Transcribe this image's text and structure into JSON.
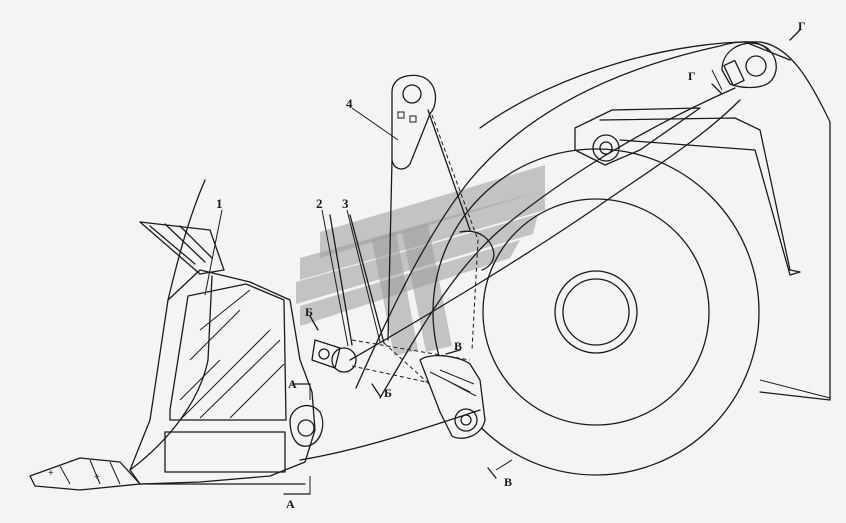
{
  "callouts": [
    {
      "id": "1",
      "label": "1"
    },
    {
      "id": "2",
      "label": "2"
    },
    {
      "id": "3",
      "label": "3"
    },
    {
      "id": "4",
      "label": "4"
    }
  ],
  "sections": [
    {
      "id": "A-top",
      "label": "А"
    },
    {
      "id": "A-bottom",
      "label": "А"
    },
    {
      "id": "B-top",
      "label": "Б"
    },
    {
      "id": "B-mid",
      "label": "Б"
    },
    {
      "id": "V-top",
      "label": "В"
    },
    {
      "id": "V-bottom",
      "label": "В"
    },
    {
      "id": "G-top",
      "label": "Г"
    },
    {
      "id": "G-mid",
      "label": "Г"
    }
  ],
  "colors": {
    "line": "#1b1b1b",
    "background": "#f4f4f2",
    "watermark": "#9a9a9a"
  }
}
